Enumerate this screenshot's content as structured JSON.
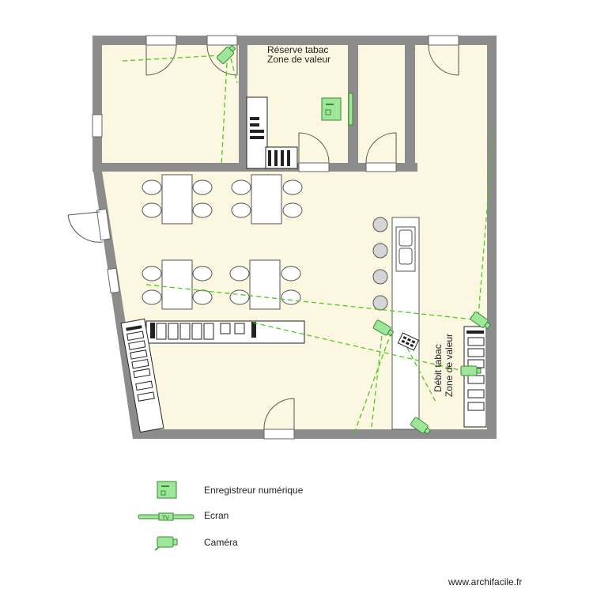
{
  "rooms": {
    "reserve_line1": "Réserve tabac",
    "reserve_line2": "Zone de valeur",
    "debit_line1": "Débit tabac",
    "debit_line2": "Zone de valeur"
  },
  "legend": {
    "recorder": "Enregistreur numérique",
    "screen": "Ecran",
    "screen_tag": "TV",
    "camera": "Caméra"
  },
  "watermark": "www.archifacile.fr",
  "colors": {
    "wall": "#8c8c8c",
    "floor": "#fbf7e1",
    "cable": "#4ccb1a",
    "device": "#9de69a"
  }
}
